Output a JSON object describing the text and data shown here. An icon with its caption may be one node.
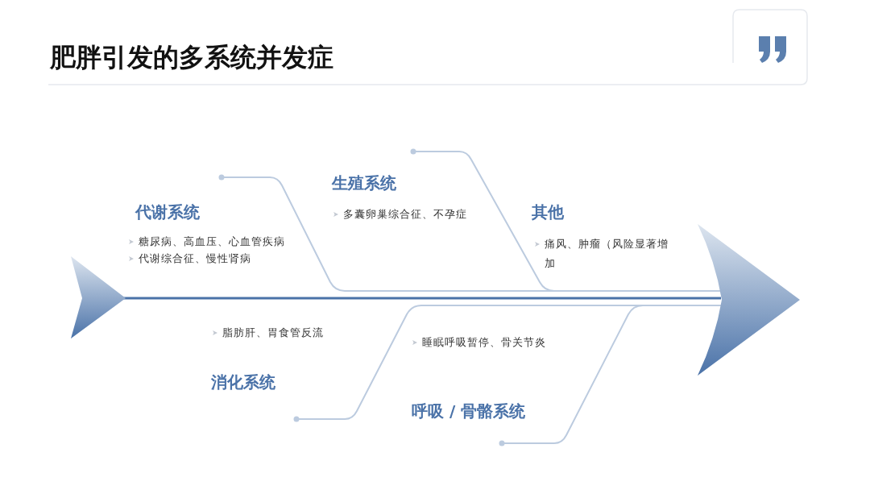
{
  "diagram": {
    "title": "肥胖引发的多系统并发症",
    "labels": [
      "代谢系统",
      "糖尿病、高血压、心血管疾病",
      "代谢综合征、慢性肾病",
      "生殖系统",
      "多囊卵巢综合征、不孕症",
      "其他",
      "痛风、肿瘤（风险显著增加",
      "脂肪肝、胃食管反流",
      "消化系统",
      "睡眠呼吸暂停、骨关节炎",
      "呼吸 / 骨骼系统"
    ]
  }
}
